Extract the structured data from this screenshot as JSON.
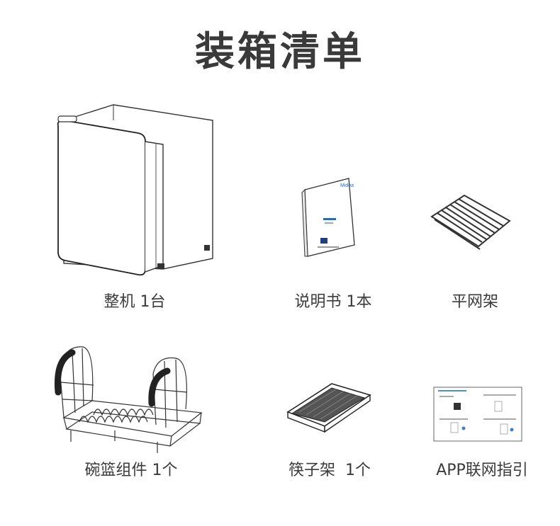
{
  "page_title": "装箱清单",
  "items": [
    {
      "label": "整机 1台",
      "icon": "fridge-unit"
    },
    {
      "label": "说明书 1本",
      "icon": "manual-booklet"
    },
    {
      "label": "平网架",
      "icon": "flat-wire-rack"
    },
    {
      "label": "碗篮组件 1个",
      "icon": "dish-basket"
    },
    {
      "label": "筷子架  1个",
      "icon": "chopstick-tray"
    },
    {
      "label": "APP联网指引",
      "icon": "app-guide-sheet"
    }
  ],
  "manual": {
    "brand": "Midea"
  }
}
